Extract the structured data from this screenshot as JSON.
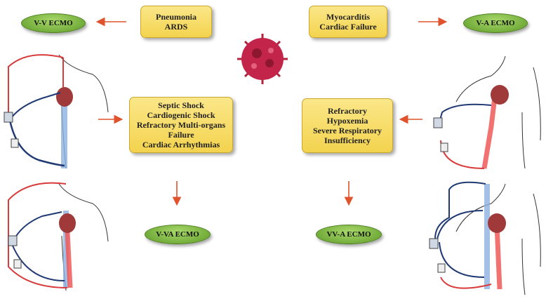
{
  "boxes": {
    "pneumonia": [
      "Pneumonia",
      "ARDS"
    ],
    "myocarditis": [
      "Myocarditis",
      "Cardiac Failure"
    ],
    "septic": [
      "Septic Shock",
      "Cardiogenic Shock",
      "Refractory Multi-organs",
      "Failure",
      "Cardiac Arrhythmias"
    ],
    "hypoxemia": [
      "Refractory",
      "Hypoxemia",
      "Severe Respiratory",
      "Insufficiency"
    ]
  },
  "ovals": {
    "vv": "V-V ECMO",
    "va": "V-A ECMO",
    "vva": "V-VA ECMO",
    "vva2": "VV-A ECMO"
  },
  "colors": {
    "box_fill": "#f3d34e",
    "oval_fill": "#6fae36",
    "arrow": "#e0532c",
    "arterial": "#d93a3a",
    "venous": "#1f3a73",
    "vessel_blue": "#8fb0e0",
    "vessel_red": "#f05a5a"
  },
  "icons": [
    "virus-icon",
    "heart-icon",
    "ecmo-pump-icon",
    "oxygenator-icon",
    "torso-outline-icon"
  ]
}
